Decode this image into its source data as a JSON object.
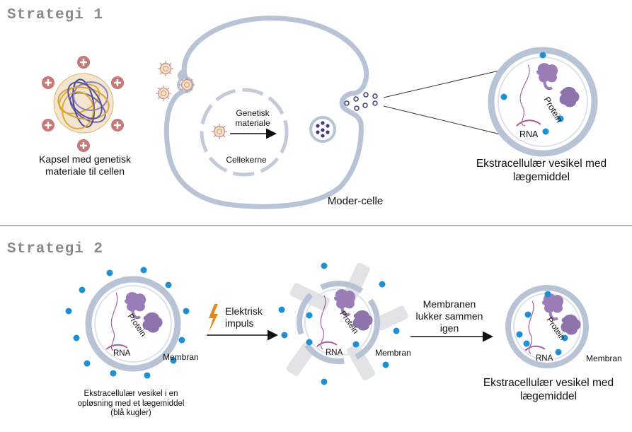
{
  "strategy1": {
    "heading": "Strategi 1",
    "capsule_caption": "Kapsel med genetisk materiale til cellen",
    "genetic_material_label": "Genetisk materiale",
    "nucleus_label": "Cellekerne",
    "mother_cell_label": "Moder-celle",
    "vesicle_caption": "Ekstracellulær vesikel med lægemiddel",
    "protein_label": "Protein",
    "rna_label": "RNA"
  },
  "strategy2": {
    "heading": "Strategi 2",
    "solution_caption": "Ekstracellulær vesikel i en opløsning med et lægemiddel (blå kugler)",
    "protein_label": "Protein",
    "rna_label": "RNA",
    "membrane_label": "Membran",
    "impulse_label": "Elektrisk impuls",
    "membrane_closes_label": "Membranen lukker sammen igen",
    "final_caption": "Ekstracellulær vesikel med lægemiddel"
  },
  "colors": {
    "drug_dot": "#1e8fd0",
    "vesicle_ring": "#b9c3d6",
    "protein": "#9a7cb6",
    "rna": "#b05aa0",
    "capsule_plus": "#c97777",
    "lightning": "#e08a1e",
    "divider": "#999999"
  }
}
